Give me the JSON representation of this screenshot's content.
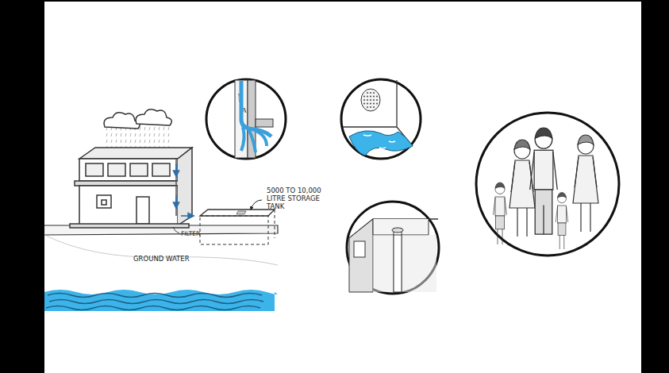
{
  "diagram": {
    "labels": [
      "5000 TO 10,000 LITRE STORAGE TANK",
      "FILTER",
      "GROUND WATER"
    ]
  }
}
